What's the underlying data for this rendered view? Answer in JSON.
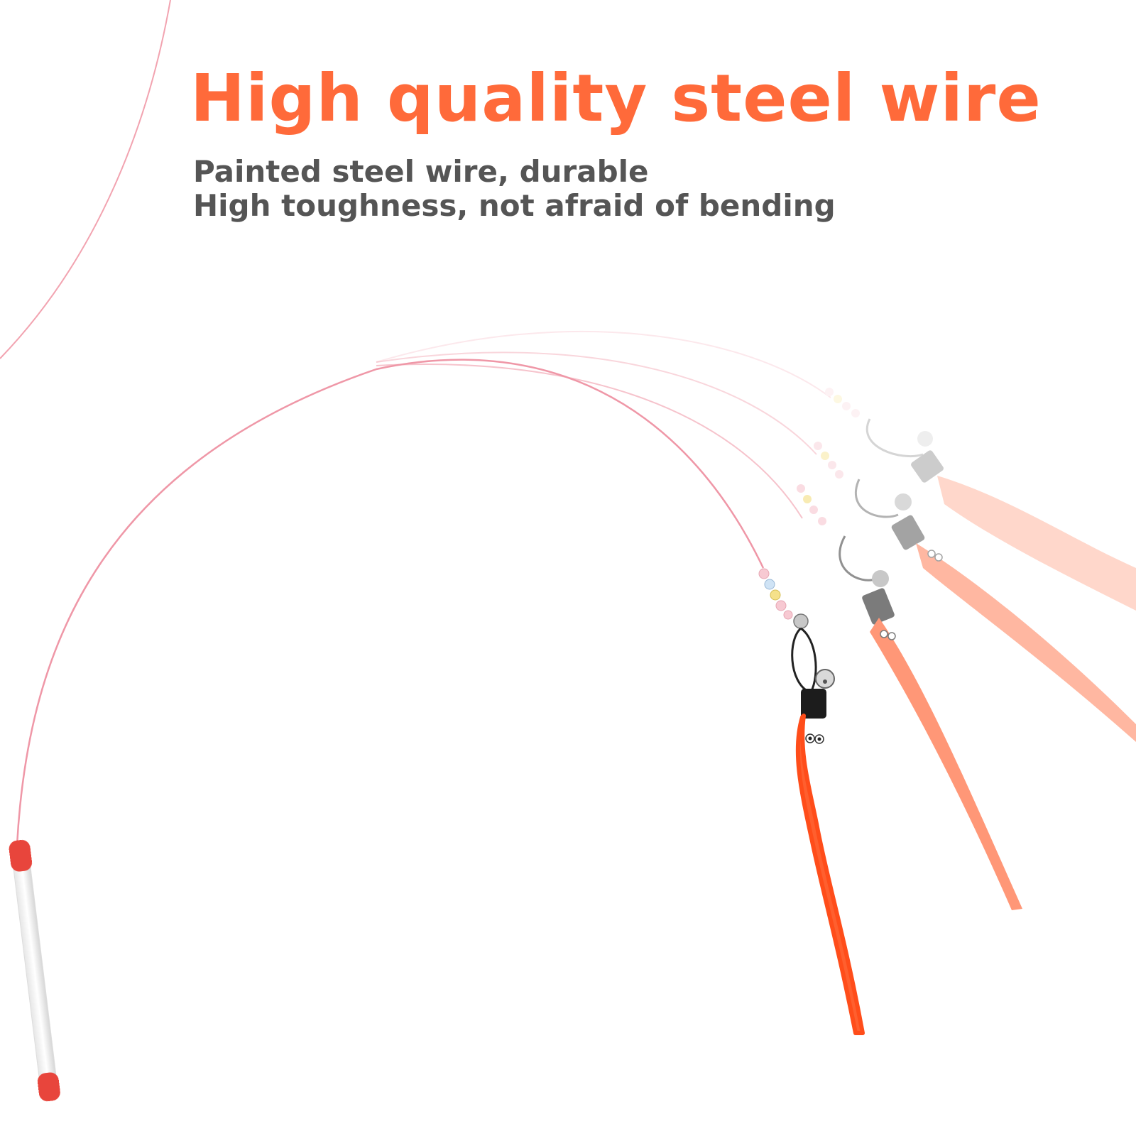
{
  "heading": {
    "title": "High quality steel wire",
    "line1": "Painted steel wire, durable",
    "line2": "High toughness, not afraid of bending"
  },
  "colors": {
    "title": "#ff6a3a",
    "subtext": "#555555",
    "wire": "#f2a3b0",
    "tail": "#ff5f2e",
    "handle_cap": "#e8453c"
  }
}
